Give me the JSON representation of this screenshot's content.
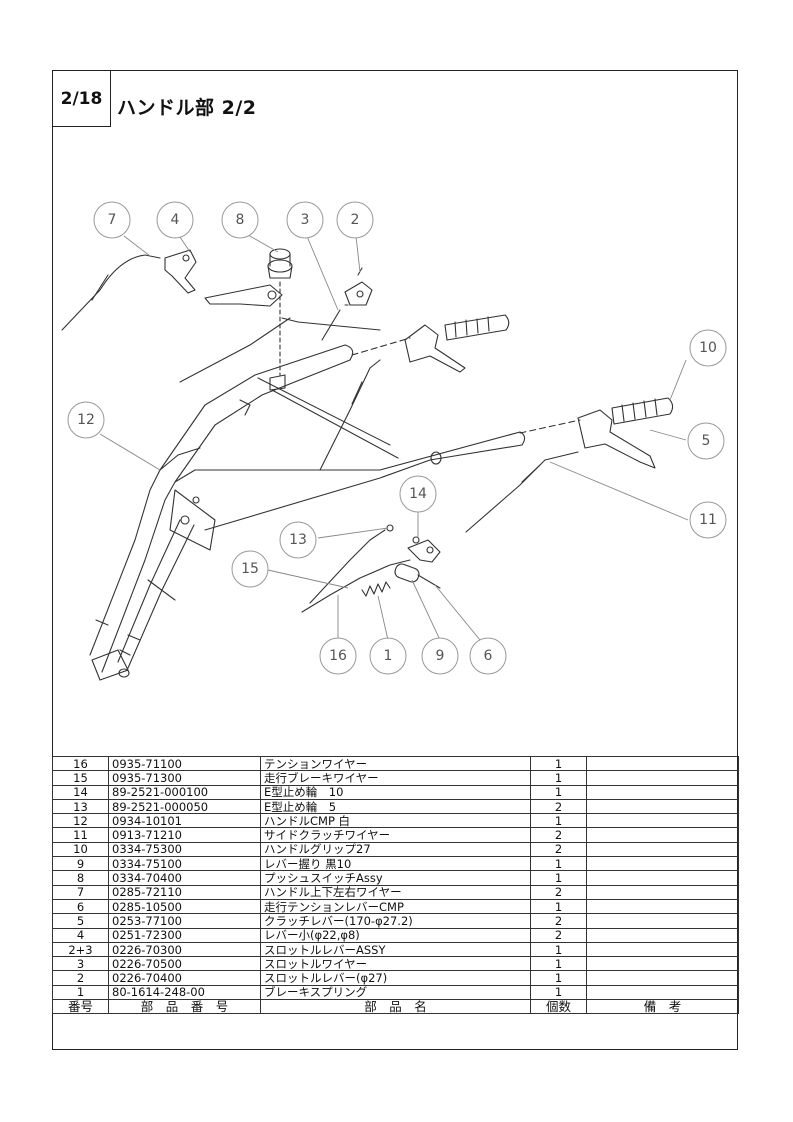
{
  "header": {
    "page_number": "2/18",
    "title": "ハンドル部 2/2"
  },
  "callouts": [
    "7",
    "4",
    "8",
    "3",
    "2",
    "10",
    "12",
    "5",
    "14",
    "11",
    "13",
    "15",
    "16",
    "1",
    "9",
    "6"
  ],
  "table": {
    "headers": {
      "no": "番号",
      "part_number": "部　品　番　号",
      "name": "部　品　名",
      "qty": "個数",
      "remarks": "備　考"
    },
    "rows": [
      {
        "no": "16",
        "part_number": "0935-71100",
        "name": "テンションワイヤー",
        "qty": "1",
        "remarks": ""
      },
      {
        "no": "15",
        "part_number": "0935-71300",
        "name": "走行ブレーキワイヤー",
        "qty": "1",
        "remarks": ""
      },
      {
        "no": "14",
        "part_number": "89-2521-000100",
        "name": "E型止め輪　10",
        "qty": "1",
        "remarks": ""
      },
      {
        "no": "13",
        "part_number": "89-2521-000050",
        "name": "E型止め輪　5",
        "qty": "2",
        "remarks": ""
      },
      {
        "no": "12",
        "part_number": "0934-10101",
        "name": "ハンドルCMP 白",
        "qty": "1",
        "remarks": ""
      },
      {
        "no": "11",
        "part_number": "0913-71210",
        "name": "サイドクラッチワイヤー",
        "qty": "2",
        "remarks": ""
      },
      {
        "no": "10",
        "part_number": "0334-75300",
        "name": "ハンドルグリップ27",
        "qty": "2",
        "remarks": ""
      },
      {
        "no": "9",
        "part_number": "0334-75100",
        "name": "レバー握り 黒10",
        "qty": "1",
        "remarks": ""
      },
      {
        "no": "8",
        "part_number": "0334-70400",
        "name": "プッシュスイッチAssy",
        "qty": "1",
        "remarks": ""
      },
      {
        "no": "7",
        "part_number": "0285-72110",
        "name": "ハンドル上下左右ワイヤー",
        "qty": "2",
        "remarks": ""
      },
      {
        "no": "6",
        "part_number": "0285-10500",
        "name": "走行テンションレバーCMP",
        "qty": "1",
        "remarks": ""
      },
      {
        "no": "5",
        "part_number": "0253-77100",
        "name": "クラッチレバー(170-φ27.2)",
        "qty": "2",
        "remarks": ""
      },
      {
        "no": "4",
        "part_number": "0251-72300",
        "name": "レバー小(φ22,φ8)",
        "qty": "2",
        "remarks": ""
      },
      {
        "no": "2+3",
        "part_number": "0226-70300",
        "name": "スロットルレバーASSY",
        "qty": "1",
        "remarks": ""
      },
      {
        "no": "3",
        "part_number": "0226-70500",
        "name": "スロットルワイヤー",
        "qty": "1",
        "remarks": ""
      },
      {
        "no": "2",
        "part_number": "0226-70400",
        "name": "スロットルレバー(φ27)",
        "qty": "1",
        "remarks": ""
      },
      {
        "no": "1",
        "part_number": "80-1614-248-00",
        "name": "ブレーキスプリング",
        "qty": "1",
        "remarks": ""
      }
    ]
  }
}
